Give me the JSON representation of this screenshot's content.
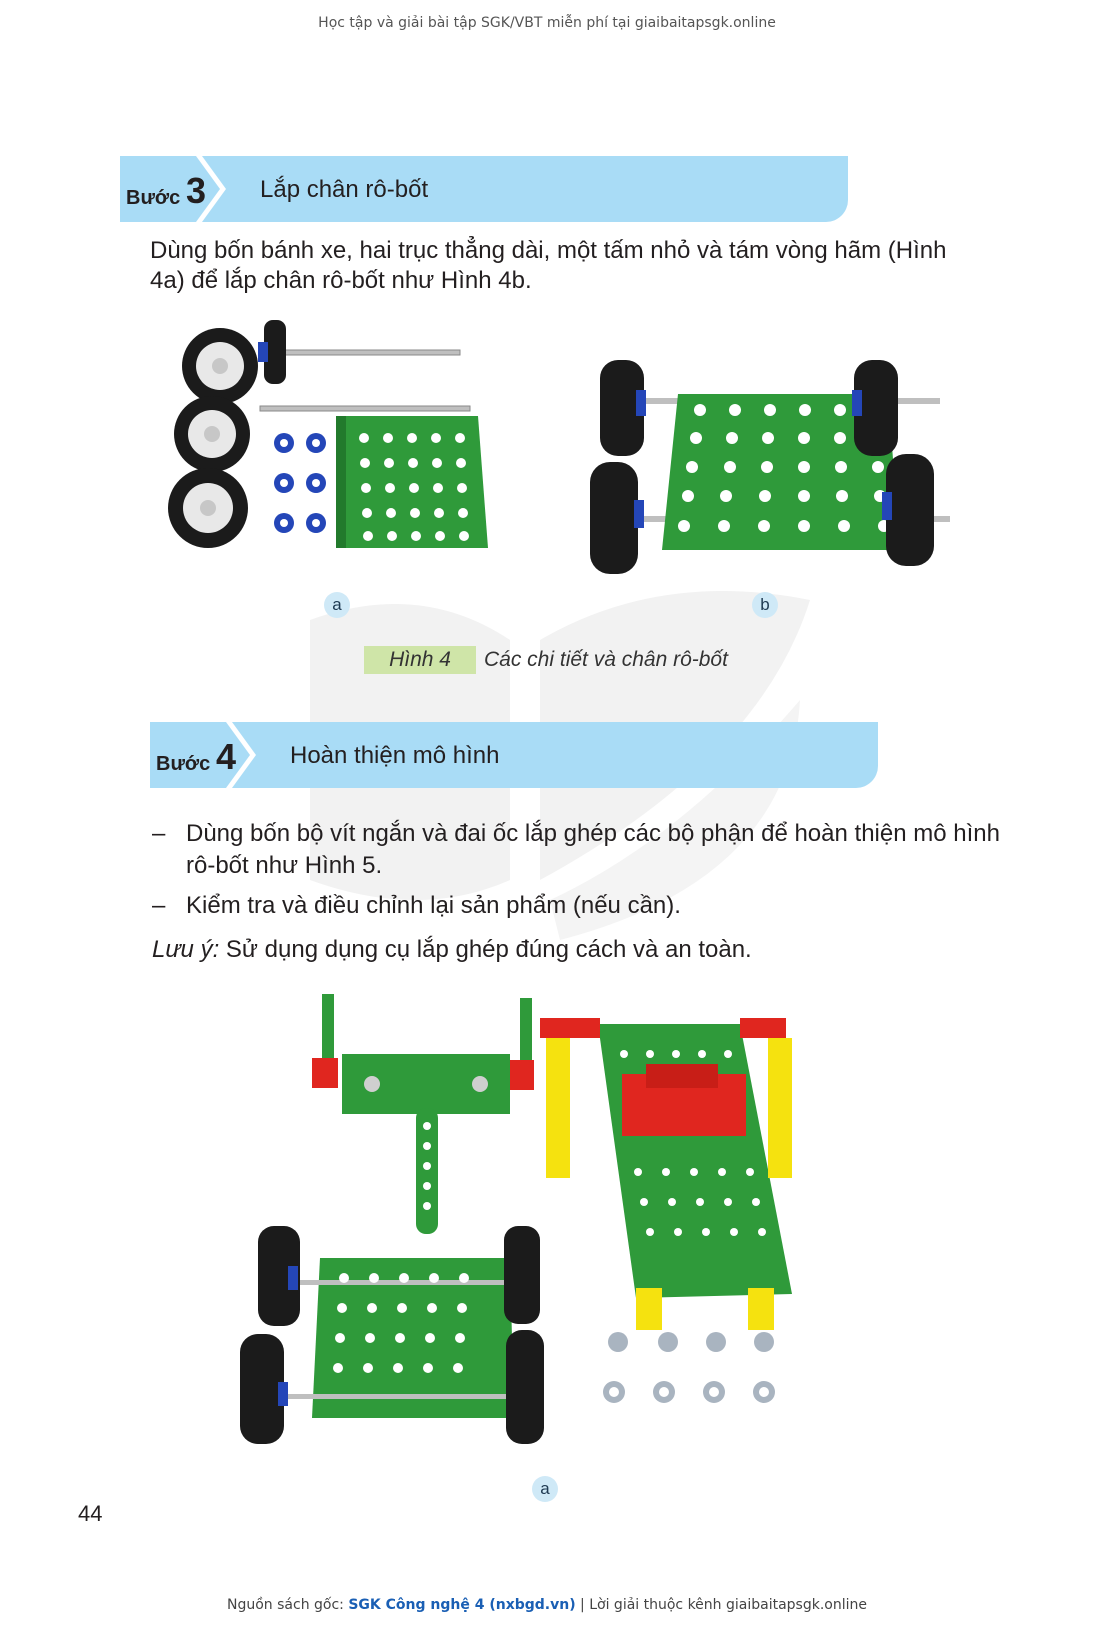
{
  "header_note": "Học tập và giải bài tập SGK/VBT miễn phí tại giaibaitapsgk.online",
  "step3": {
    "word": "Bước",
    "number": "3",
    "title": "Lắp chân rô-bốt",
    "text": "Dùng bốn bánh xe, hai trục thẳng dài, một tấm nhỏ và tám vòng hãm (Hình 4a) để lắp chân rô-bốt như Hình 4b."
  },
  "figure4": {
    "label_a": "a",
    "label_b": "b",
    "tag": "Hình 4",
    "caption": "Các chi tiết và chân rô-bốt"
  },
  "step4": {
    "word": "Bước",
    "number": "4",
    "title": "Hoàn thiện mô hình",
    "bullets": [
      "Dùng bốn bộ vít ngắn và đai ốc lắp ghép các bộ phận để hoàn thiện mô hình rô-bốt như Hình 5.",
      "Kiểm tra và điều chỉnh lại sản phẩm (nếu cần)."
    ],
    "note_label": "Lưu ý:",
    "note_text": " Sử dụng dụng cụ lắp ghép đúng cách và an toàn."
  },
  "figure5": {
    "label_a": "a"
  },
  "page_number": "44",
  "footer": {
    "prefix": "Nguồn sách gốc: ",
    "link": "SGK Công nghệ 4 (nxbgd.vn)",
    "suffix": " | Lời giải thuộc kênh giaibaitapsgk.online"
  },
  "colors": {
    "step_band": "#a9dcf6",
    "caption_tag": "#cfe5a8",
    "plate_green": "#2f9a3a",
    "tire_black": "#1b1b1b",
    "axle_blue": "#2446b8",
    "part_red": "#e0261f",
    "part_yellow": "#f5e20f"
  }
}
